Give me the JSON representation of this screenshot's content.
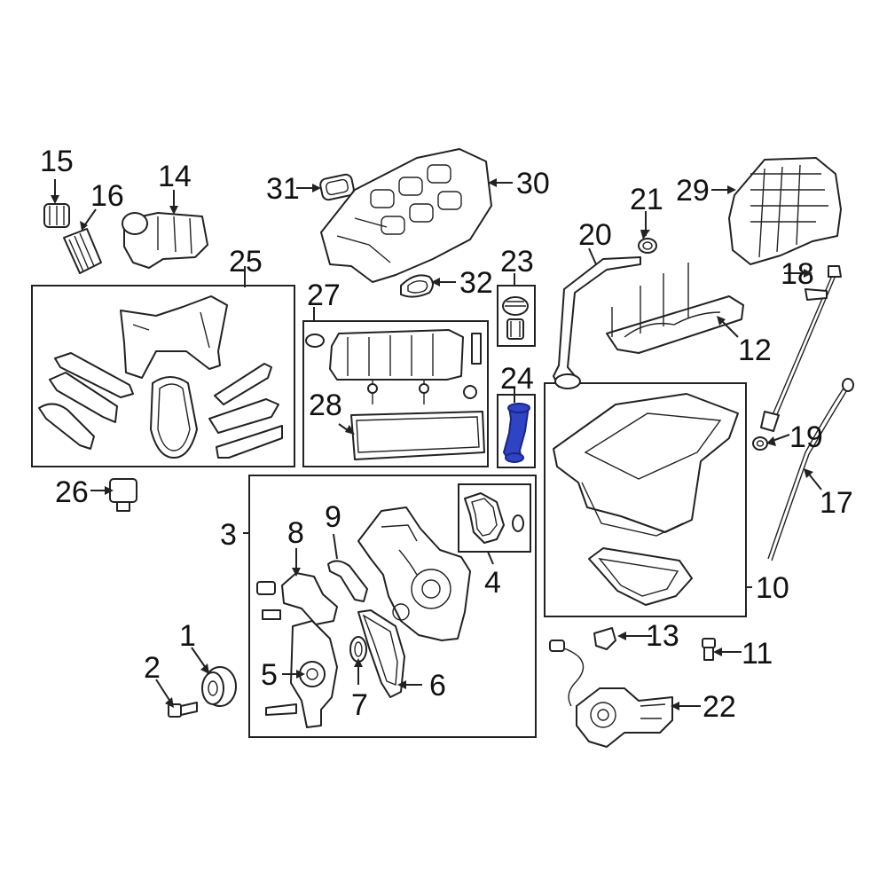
{
  "callouts": {
    "c1": "1",
    "c2": "2",
    "c3": "3",
    "c4": "4",
    "c5": "5",
    "c6": "6",
    "c7": "7",
    "c8": "8",
    "c9": "9",
    "c10": "10",
    "c11": "11",
    "c12": "12",
    "c13": "13",
    "c14": "14",
    "c15": "15",
    "c16": "16",
    "c17": "17",
    "c18": "18",
    "c19": "19",
    "c20": "20",
    "c21": "21",
    "c22": "22",
    "c23": "23",
    "c24": "24",
    "c25": "25",
    "c26": "26",
    "c27": "27",
    "c28": "28",
    "c29": "29",
    "c30": "30",
    "c31": "31",
    "c32": "32"
  },
  "colors": {
    "line": "#222222",
    "highlight_part": "#2f44c4",
    "background": "#ffffff"
  },
  "highlighted_part": "24"
}
